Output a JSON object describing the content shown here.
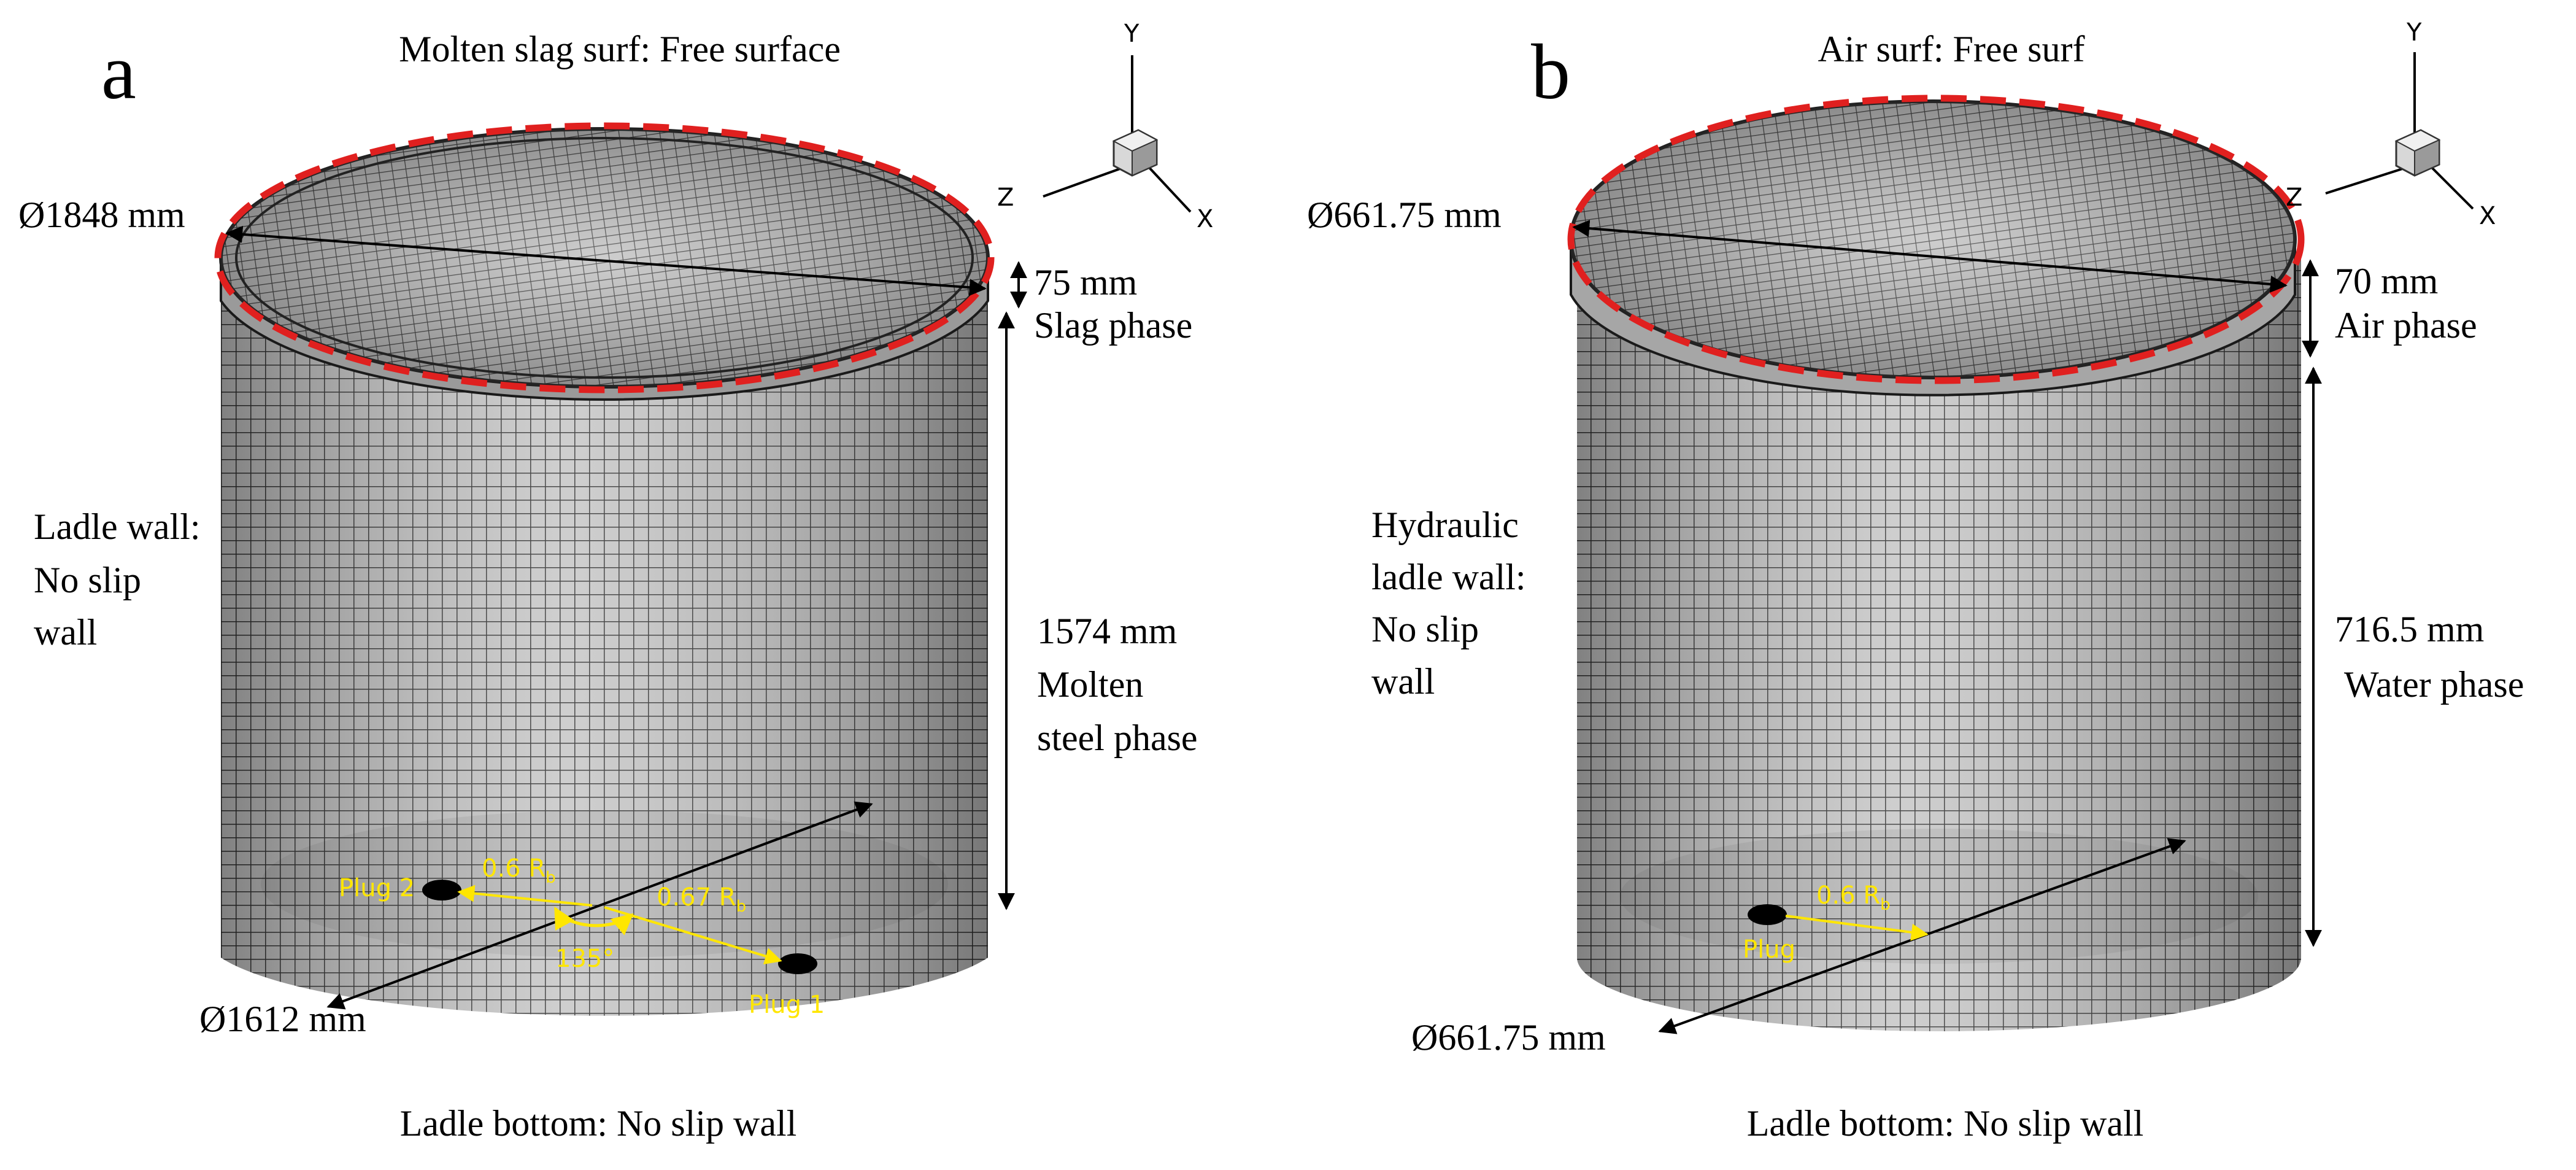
{
  "colors": {
    "mesh_fill": "#c8c8c8",
    "mesh_line": "#2a2a2a",
    "free_surface_outline": "#e0201f",
    "plug_annotation": "#ffe600",
    "plug": "#000000"
  },
  "panel_a": {
    "letter": "a",
    "top_label": "Molten slag surf: Free surface",
    "top_diameter": "Ø1848 mm",
    "top_layer_height": "75 mm",
    "top_layer_phase": "Slag phase",
    "wall_label": [
      "Ladle wall:",
      "No slip",
      "wall"
    ],
    "main_height": "1574 mm",
    "main_phase": [
      "Molten",
      "steel phase"
    ],
    "bottom_diameter": "Ø1612 mm",
    "bottom_label": "Ladle bottom: No slip wall",
    "plug_1": "Plug 1",
    "plug_2": "Plug 2",
    "radius_1": "0.6 R",
    "radius_2": "0.67 R",
    "radius_sub": "b",
    "angle": "135°",
    "axes": {
      "y": "Y",
      "z": "Z",
      "x": "X"
    }
  },
  "panel_b": {
    "letter": "b",
    "top_label": "Air surf: Free surf",
    "top_diameter": "Ø661.75 mm",
    "top_layer_height": "70 mm",
    "top_layer_phase": "Air phase",
    "wall_label": [
      "Hydraulic",
      "ladle wall:",
      "No slip",
      "wall"
    ],
    "main_height": "716.5 mm",
    "main_phase": "Water phase",
    "bottom_diameter": "Ø661.75 mm",
    "bottom_label": "Ladle bottom: No slip wall",
    "plug": "Plug",
    "radius": "0.6 R",
    "radius_sub": "b",
    "axes": {
      "y": "Y",
      "z": "Z",
      "x": "X"
    }
  }
}
